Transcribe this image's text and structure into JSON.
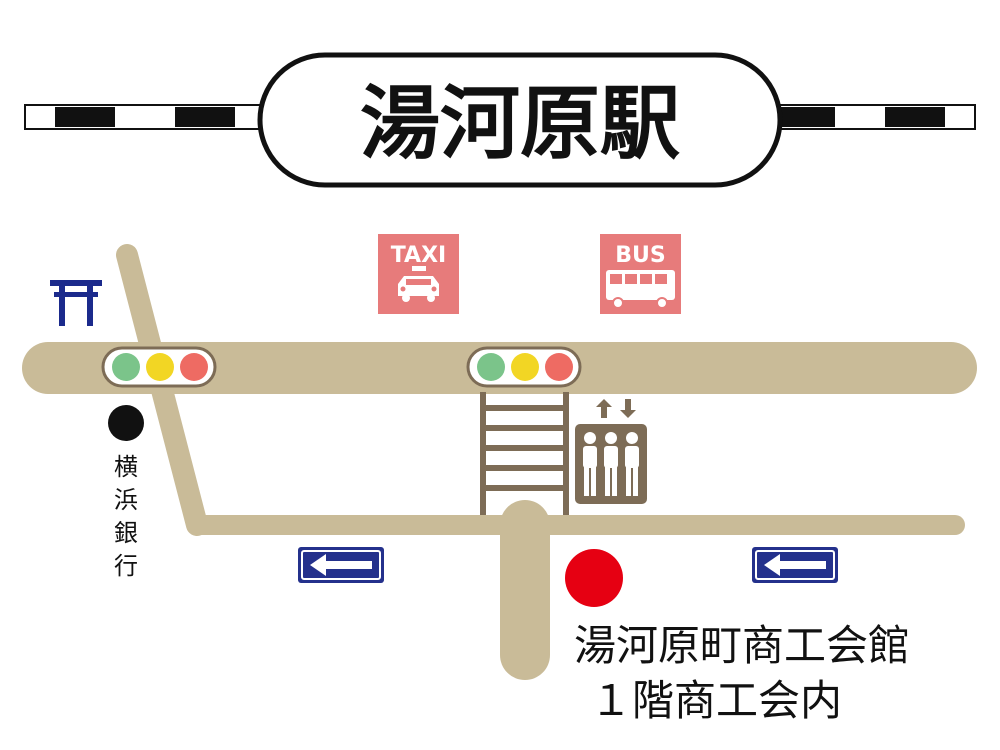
{
  "station": {
    "name": "湯河原駅"
  },
  "taxi": {
    "label": "TAXI"
  },
  "bus": {
    "label": "BUS"
  },
  "shrine": {
    "symbol": "⛩"
  },
  "bank": {
    "chars": [
      "横",
      "浜",
      "銀",
      "行"
    ]
  },
  "destination": {
    "line1": "湯河原町商工会館",
    "line2": "１階商工会内"
  },
  "colors": {
    "road": "#c9bb98",
    "rail_dark": "#111111",
    "sign_bg": "#e77b7b",
    "crosswalk": "#7d6c56",
    "signal_green": "#7bc48a",
    "signal_yellow": "#f2d624",
    "signal_red": "#ee6b63",
    "arrow_sign": "#24318c",
    "destination_dot": "#e60012",
    "shrine": "#1b2a8c"
  },
  "icons": {
    "taxi": "taxi-icon",
    "bus": "bus-icon",
    "elevator": "elevator-icon",
    "shrine": "shrine-gate-icon",
    "bank": "bank-marker-dot",
    "one_way_left": "one-way-left-arrow-icon"
  }
}
